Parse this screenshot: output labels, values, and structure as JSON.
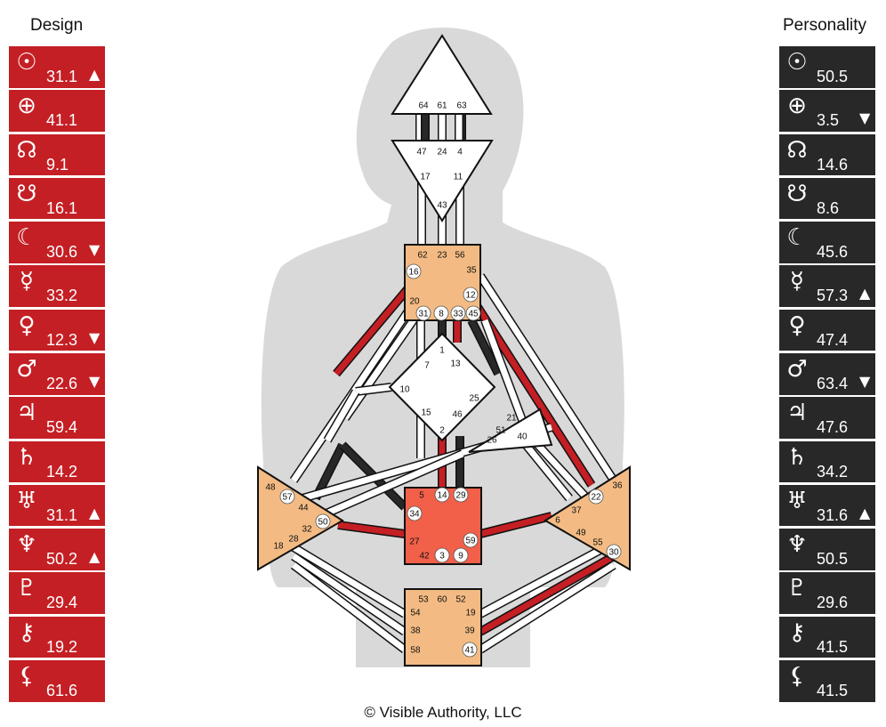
{
  "design": {
    "title": "Design",
    "color": "#c41f24",
    "rows": [
      {
        "icon": "sun-icon",
        "symbol": "☉",
        "value": "31.1",
        "arrow": "▲"
      },
      {
        "icon": "earth-icon",
        "symbol": "⊕",
        "value": "41.1",
        "arrow": ""
      },
      {
        "icon": "north-node-icon",
        "symbol": "☊",
        "value": "9.1",
        "arrow": ""
      },
      {
        "icon": "south-node-icon",
        "symbol": "☋",
        "value": "16.1",
        "arrow": ""
      },
      {
        "icon": "moon-icon",
        "symbol": "☾",
        "value": "30.6",
        "arrow": "▼"
      },
      {
        "icon": "mercury-icon",
        "symbol": "☿",
        "value": "33.2",
        "arrow": ""
      },
      {
        "icon": "venus-icon",
        "symbol": "♀",
        "value": "12.3",
        "arrow": "▼"
      },
      {
        "icon": "mars-icon",
        "symbol": "♂",
        "value": "22.6",
        "arrow": "▼"
      },
      {
        "icon": "jupiter-icon",
        "symbol": "♃",
        "value": "59.4",
        "arrow": ""
      },
      {
        "icon": "saturn-icon",
        "symbol": "♄",
        "value": "14.2",
        "arrow": ""
      },
      {
        "icon": "uranus-icon",
        "symbol": "♅",
        "value": "31.1",
        "arrow": "▲"
      },
      {
        "icon": "neptune-icon",
        "symbol": "♆",
        "value": "50.2",
        "arrow": "▲"
      },
      {
        "icon": "pluto-icon",
        "symbol": "♇",
        "value": "29.4",
        "arrow": ""
      },
      {
        "icon": "chiron-icon",
        "symbol": "⚷",
        "value": "19.2",
        "arrow": ""
      },
      {
        "icon": "lilith-icon",
        "symbol": "⚸",
        "value": "61.6",
        "arrow": ""
      }
    ]
  },
  "personality": {
    "title": "Personality",
    "color": "#282828",
    "rows": [
      {
        "icon": "sun-icon",
        "symbol": "☉",
        "value": "50.5",
        "arrow": ""
      },
      {
        "icon": "earth-icon",
        "symbol": "⊕",
        "value": "3.5",
        "arrow": "▼"
      },
      {
        "icon": "north-node-icon",
        "symbol": "☊",
        "value": "14.6",
        "arrow": ""
      },
      {
        "icon": "south-node-icon",
        "symbol": "☋",
        "value": "8.6",
        "arrow": ""
      },
      {
        "icon": "moon-icon",
        "symbol": "☾",
        "value": "45.6",
        "arrow": ""
      },
      {
        "icon": "mercury-icon",
        "symbol": "☿",
        "value": "57.3",
        "arrow": "▲"
      },
      {
        "icon": "venus-icon",
        "symbol": "♀",
        "value": "47.4",
        "arrow": ""
      },
      {
        "icon": "mars-icon",
        "symbol": "♂",
        "value": "63.4",
        "arrow": "▼"
      },
      {
        "icon": "jupiter-icon",
        "symbol": "♃",
        "value": "47.6",
        "arrow": ""
      },
      {
        "icon": "saturn-icon",
        "symbol": "♄",
        "value": "34.2",
        "arrow": ""
      },
      {
        "icon": "uranus-icon",
        "symbol": "♅",
        "value": "31.6",
        "arrow": "▲"
      },
      {
        "icon": "neptune-icon",
        "symbol": "♆",
        "value": "50.5",
        "arrow": ""
      },
      {
        "icon": "pluto-icon",
        "symbol": "♇",
        "value": "29.6",
        "arrow": ""
      },
      {
        "icon": "chiron-icon",
        "symbol": "⚷",
        "value": "41.5",
        "arrow": ""
      },
      {
        "icon": "lilith-icon",
        "symbol": "⚸",
        "value": "41.5",
        "arrow": ""
      }
    ]
  },
  "bodygraph": {
    "colors": {
      "defined_center": "#f3bb83",
      "root": "#f3bb83",
      "sacral": "#f2604a",
      "undefined": "#ffffff",
      "silhouette": "#d9d9d9",
      "design": "#c41f24",
      "personality": "#282828"
    },
    "centers": [
      {
        "name": "head",
        "gates": [
          "64",
          "61",
          "63"
        ],
        "highlighted": []
      },
      {
        "name": "ajna",
        "gates": [
          "47",
          "24",
          "4",
          "17",
          "11",
          "43"
        ],
        "highlighted": []
      },
      {
        "name": "throat",
        "gates": [
          "62",
          "23",
          "56",
          "16",
          "35",
          "12",
          "20",
          "31",
          "8",
          "33",
          "45"
        ],
        "highlighted": [
          "16",
          "12",
          "31",
          "8",
          "33",
          "45"
        ]
      },
      {
        "name": "g",
        "gates": [
          "1",
          "7",
          "13",
          "10",
          "25",
          "15",
          "46",
          "2"
        ],
        "highlighted": []
      },
      {
        "name": "ego",
        "gates": [
          "21",
          "51",
          "26",
          "40"
        ],
        "highlighted": []
      },
      {
        "name": "spleen",
        "gates": [
          "48",
          "57",
          "44",
          "50",
          "28",
          "32",
          "18"
        ],
        "highlighted": [
          "57",
          "50"
        ]
      },
      {
        "name": "sacral",
        "gates": [
          "5",
          "14",
          "29",
          "34",
          "27",
          "59",
          "42",
          "3",
          "9"
        ],
        "highlighted": [
          "14",
          "29",
          "34",
          "59",
          "3",
          "9"
        ]
      },
      {
        "name": "solar-plexus",
        "gates": [
          "36",
          "22",
          "37",
          "6",
          "49",
          "55",
          "30"
        ],
        "highlighted": [
          "22",
          "30"
        ]
      },
      {
        "name": "root",
        "gates": [
          "53",
          "60",
          "52",
          "54",
          "19",
          "38",
          "39",
          "58",
          "41"
        ],
        "highlighted": [
          "41"
        ]
      }
    ]
  },
  "footer": {
    "copyright": "© Visible Authority, LLC"
  }
}
